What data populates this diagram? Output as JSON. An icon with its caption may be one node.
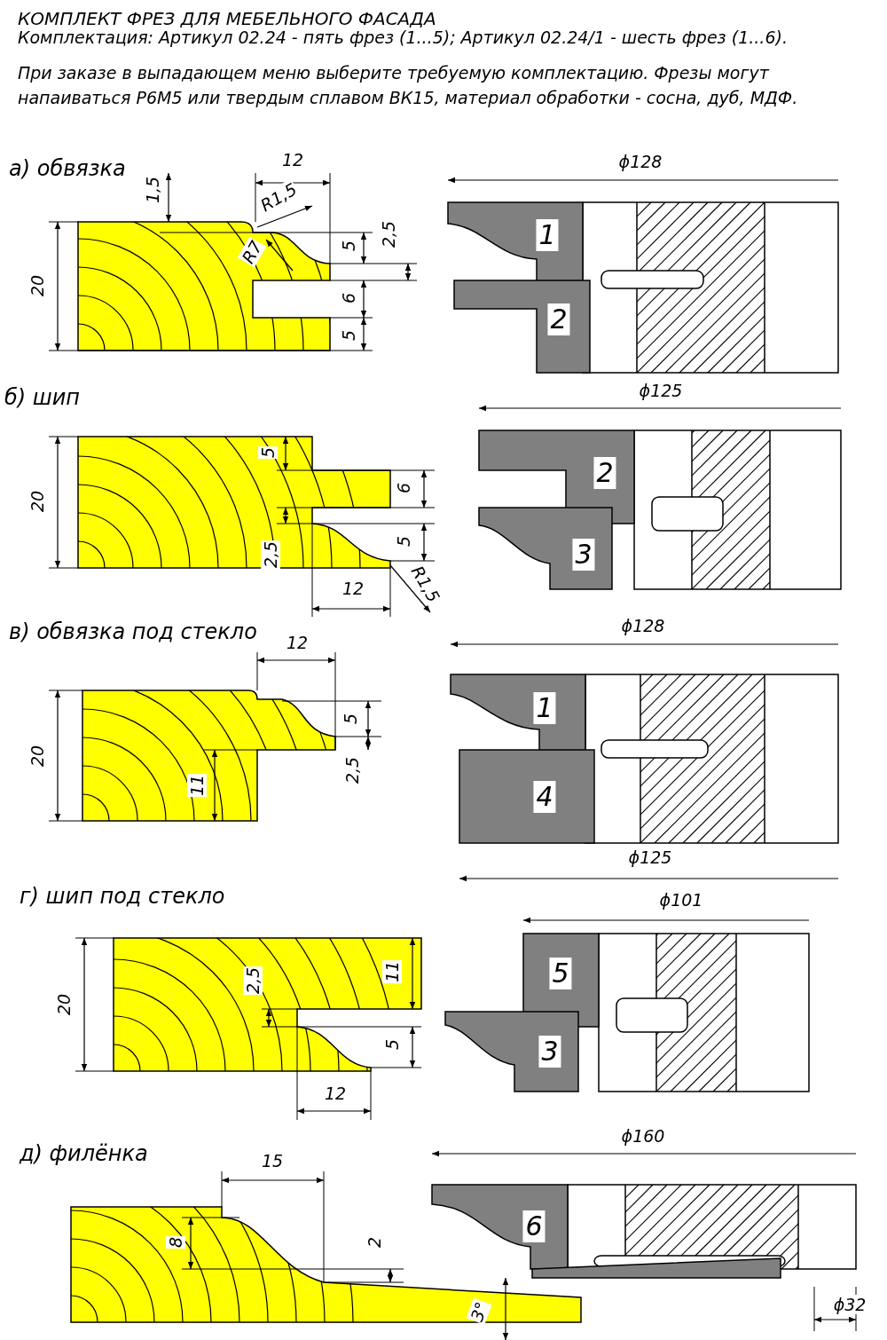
{
  "diagram": {
    "title": "КОМПЛЕКТ ФРЕЗ ДЛЯ МЕБЕЛЬНОГО ФАСАДА",
    "labels": [
      "Комплектация: Артикул 02.24 - пять фрез (1...5); Артикул 02.24/1 - шесть фрез (1...6).",
      "При заказе в выпадающем меню выберите требуемую комплектацию. Фрезы могут напаиваться Р6М5 или твердым сплавом ВК15, материал обработки - сосна, дуб, МДФ.",
      "а) обвязка",
      "12",
      "1,5",
      "R1,5",
      "R7",
      "20",
      "5",
      "2,5",
      "6",
      "5",
      "ϕ128",
      "1",
      "2",
      "б) шип",
      "ϕ125",
      "20",
      "5",
      "6",
      "2,5",
      "5",
      "R1,5",
      "12",
      "2",
      "3",
      "в) обвязка под стекло",
      "12",
      "ϕ128",
      "20",
      "5",
      "11",
      "2,5",
      "1",
      "4",
      "ϕ125",
      "г) шип под стекло",
      "ϕ101",
      "20",
      "2,5",
      "11",
      "5",
      "5",
      "3",
      "12",
      "д) филёнка",
      "15",
      "ϕ160",
      "8",
      "2",
      "6",
      "3°",
      "ϕ32"
    ]
  }
}
